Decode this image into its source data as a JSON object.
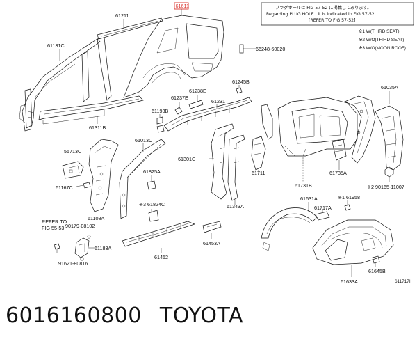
{
  "labels": {
    "p61611": "61611",
    "p61211": "61211",
    "p61131c": "61131C",
    "p61311b": "61311B",
    "p66248": "66248-60020",
    "p61245b": "61245B",
    "p61035a": "61035A",
    "p61237e": "61237E",
    "p61238e": "61238E",
    "p61231": "61231",
    "p61193b": "61193B",
    "p61013c": "61013C",
    "p55713c": "55713C",
    "p61301c": "61301C",
    "p61711": "61711",
    "p61735a": "61735A",
    "p61731b": "61731B",
    "p61825a": "61825A",
    "p61824c": "※3 61824C",
    "p61167c": "61167C",
    "p61108a": "61108A",
    "p61343a": "61343A",
    "p90165": "※2 90165-11007",
    "p61631a": "61631A",
    "p61717a": "61717A",
    "p161958": "※1 61958",
    "p90179": "90179-08102",
    "p61183a": "61183A",
    "p61453a": "61453A",
    "p61452": "61452",
    "p91621": "91621-80816",
    "p61645b": "61645B",
    "p61633a": "61633A",
    "refer_line1": "REFER TO",
    "refer_line2": "FIG 55-53",
    "fig_id": "611717I"
  },
  "note": {
    "line1": "プラグホールは FIG 57-52 に掲載してあります。",
    "line2": "Regarding PLUG HOLE , it is indicated in FIG 57-52",
    "line3": "[REFER TO FIG 57-52]"
  },
  "options": {
    "o1": "※1 W(THIRD SEAT)",
    "o2": "※2 W/O(THIRD SEAT)",
    "o3": "※3 W/O(MOON ROOF)"
  },
  "caption": {
    "part_number": "6016160800",
    "brand": "TOYOTA"
  },
  "colors": {
    "highlight": "#d9302b",
    "ink": "#111111"
  }
}
